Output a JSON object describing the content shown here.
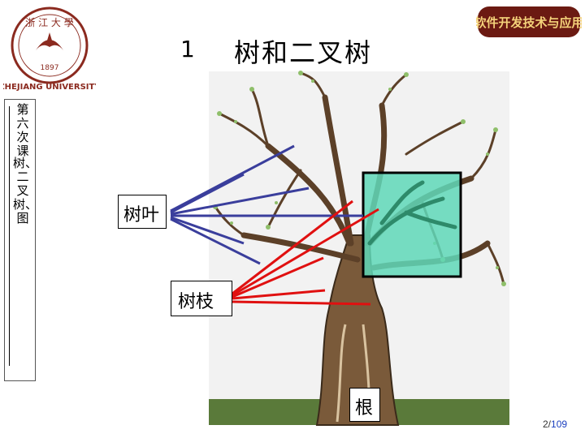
{
  "header": {
    "logo_left": {
      "icon": "zhejiang-university-seal-icon",
      "text": "ZHEJIANG UNIVERSITY",
      "year": "1897"
    },
    "logo_right": {
      "icon": "software-course-badge-icon",
      "text": "软件开发技术与应用"
    },
    "title_number": "1",
    "title": "树和二叉树"
  },
  "sidebar": {
    "lines": [
      "第六次课",
      "树、二叉树、图"
    ]
  },
  "figure": {
    "icon": "tree-illustration-icon",
    "labels": {
      "leaf": "树叶",
      "branch": "树枝",
      "root": "根"
    },
    "colors": {
      "leaf_lines": "#3a3e9c",
      "branch_lines": "#e01010",
      "highlight_box": "#5fd8b8",
      "ground": "#5a7a3a",
      "sky": "#f2f2f2"
    }
  },
  "footer": {
    "page_current": "2/",
    "page_total": "109"
  }
}
